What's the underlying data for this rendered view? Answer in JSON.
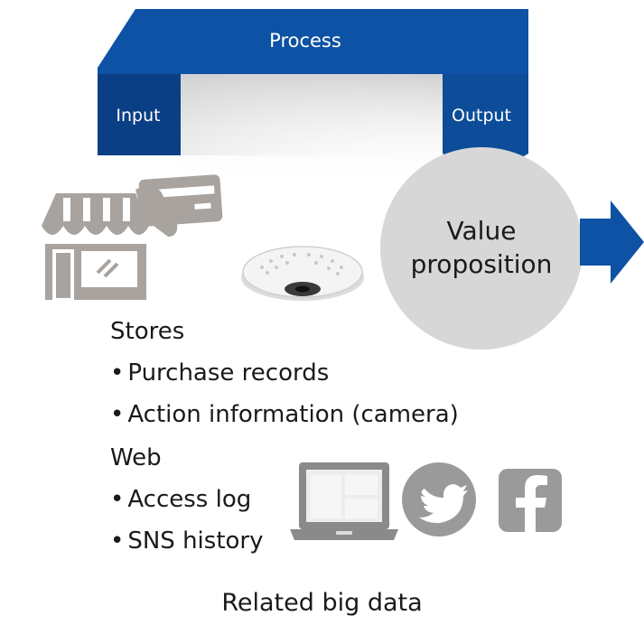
{
  "diagram": {
    "process_label": "Process",
    "input_label": "Input",
    "output_label": "Output",
    "value_label_line1": "Value",
    "value_label_line2": "proposition"
  },
  "sources": {
    "stores_heading": "Stores",
    "stores_items": [
      "Purchase records",
      "Action information (camera)"
    ],
    "web_heading": "Web",
    "web_items": [
      "Access log",
      "SNS history"
    ]
  },
  "caption": "Related big data",
  "icons": [
    "store-with-card-icon",
    "dome-camera-icon",
    "laptop-icon",
    "twitter-icon",
    "facebook-icon",
    "arrow-right-icon"
  ],
  "colors": {
    "process_blue": "#0d52a4",
    "input_blue": "#0b3f85",
    "circle_gray": "#d7d7d7",
    "icon_gray": "#9a9a9a",
    "text": "#1a1a1a"
  }
}
